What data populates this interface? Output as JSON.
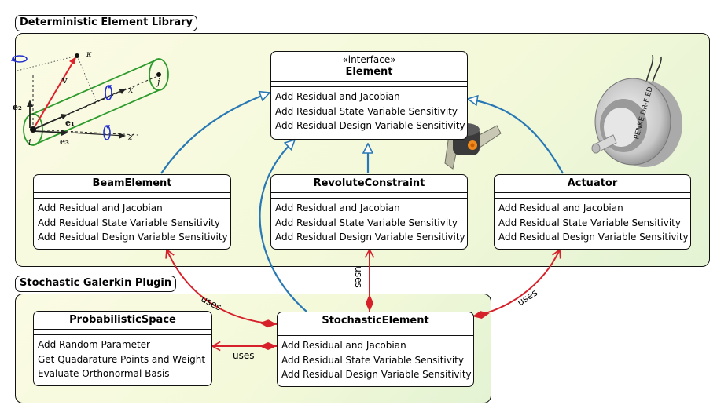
{
  "packages": {
    "deterministic": "Deterministic Element Library",
    "stochastic": "Stochastic Galerkin Plugin"
  },
  "classes": {
    "element": {
      "stereotype": "«interface»",
      "name": "Element",
      "ops": [
        "Add Residual and Jacobian",
        "Add Residual State Variable Sensitivity",
        "Add Residual Design Variable Sensitivity"
      ]
    },
    "beam": {
      "name": "BeamElement",
      "ops": [
        "Add Residual and Jacobian",
        "Add Residual State Variable Sensitivity",
        "Add Residual Design Variable Sensitivity"
      ]
    },
    "revolute": {
      "name": "RevoluteConstraint",
      "ops": [
        "Add Residual and Jacobian",
        "Add Residual State Variable Sensitivity",
        "Add Residual Design Variable Sensitivity"
      ]
    },
    "actuator": {
      "name": "Actuator",
      "ops": [
        "Add Residual and Jacobian",
        "Add Residual State Variable Sensitivity",
        "Add Residual Design Variable Sensitivity"
      ]
    },
    "probspace": {
      "name": "ProbabilisticSpace",
      "ops": [
        "Add Random Parameter",
        "Get Quadarature Points and Weight",
        "Evaluate Orthonormal Basis"
      ]
    },
    "stochastic": {
      "name": "StochasticElement",
      "ops": [
        "Add Residual and Jacobian",
        "Add Residual State Variable Sensitivity",
        "Add Residual Design Variable Sensitivity"
      ]
    }
  },
  "edge_labels": {
    "uses_beam": "uses",
    "uses_revolute": "uses",
    "uses_actuator": "uses",
    "uses_probspace": "uses"
  },
  "beam_sketch": {
    "labels": {
      "e1": "e₁",
      "e2": "e₂",
      "e3": "e₃",
      "v": "v",
      "x_prime": "x′",
      "z_prime": "z′",
      "i": "i",
      "j": "j",
      "kappa": "κ"
    }
  },
  "actuator_label": "PENKE  DR-F  ED",
  "colors": {
    "generalization": "#2878b5",
    "association": "#d6202a",
    "tube": "#2e9b2e",
    "vector": "#e0202a",
    "rotation": "#2230d0",
    "package_fill": "#f4f9da"
  }
}
